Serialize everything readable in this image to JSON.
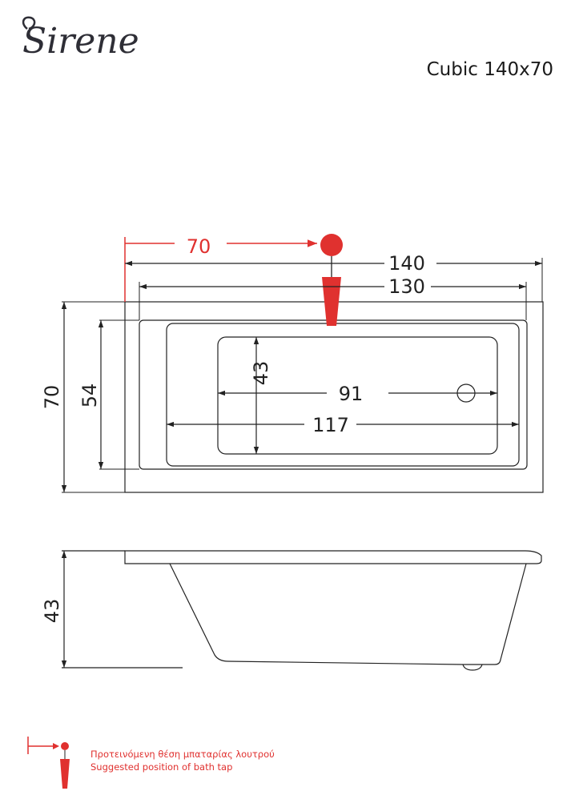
{
  "brand": {
    "name": "Sirene"
  },
  "model": {
    "title": "Cubic 140x70"
  },
  "colors": {
    "tap_red": "#e0312f",
    "line": "#222222"
  },
  "dimensions": {
    "tap_offset": "70",
    "overall_length": "140",
    "inner_length": "130",
    "overall_width": "70",
    "inner_width": "54",
    "basin_width": "43",
    "basin_length": "91",
    "bottom_length": "117",
    "height": "43"
  },
  "legend": {
    "line_gr": "Προτεινόμενη θέση μπαταρίας λουτρού",
    "line_en": "Suggested position of bath tap",
    "icon": "bath-tap-icon"
  }
}
